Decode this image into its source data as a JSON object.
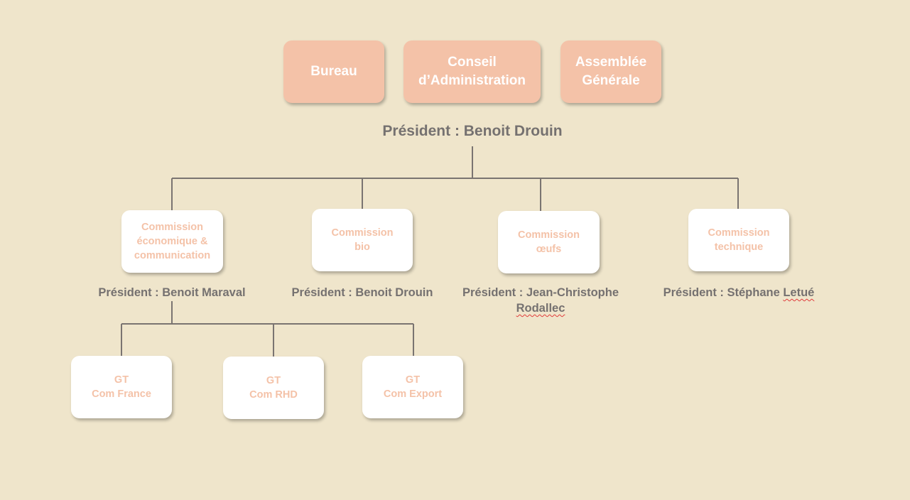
{
  "top_boxes": [
    {
      "label": "Bureau"
    },
    {
      "label": "Conseil\nd’Administration"
    },
    {
      "label": "Assemblée\nGénérale"
    }
  ],
  "root_president": "Président : Benoit Drouin",
  "commissions": [
    {
      "label": "Commission\néconomique &\ncommunication",
      "president": "Président : Benoit Maraval"
    },
    {
      "label": "Commission\nbio",
      "president": "Président : Benoit Drouin"
    },
    {
      "label": "Commission\nœufs",
      "president_line1": "Président : Jean-Christophe",
      "president_line2": "Rodallec"
    },
    {
      "label": "Commission\ntechnique",
      "president_prefix": "Président : Stéphane ",
      "president_surname": "Letué"
    }
  ],
  "working_groups": [
    {
      "label": "GT\nCom France"
    },
    {
      "label": "GT\nCom RHD"
    },
    {
      "label": "GT\nCom Export"
    }
  ],
  "colors": {
    "background": "#efe5cb",
    "top_box_fill": "#f4c2a8",
    "node_fill": "#ffffff",
    "node_text": "#f4c2a8",
    "president_text": "#757170",
    "connector": "#7a7471"
  }
}
